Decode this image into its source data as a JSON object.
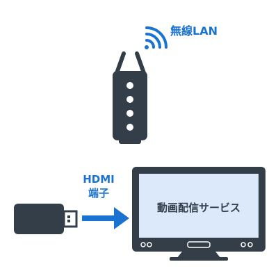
{
  "labels": {
    "wireless_lan": "無線LAN",
    "hdmi_line1": "HDMI",
    "hdmi_line2": "端子",
    "screen_text": "動画配信サービス"
  },
  "colors": {
    "device": "#333e48",
    "accent": "#1a73d0",
    "screen_fill": "#dbe9fa",
    "background": "#ffffff"
  },
  "icons": {
    "wifi": "wifi-signal-icon",
    "router": "wireless-router-icon",
    "stick": "streaming-stick-icon",
    "arrow": "arrow-right-icon",
    "tv": "television-icon"
  }
}
